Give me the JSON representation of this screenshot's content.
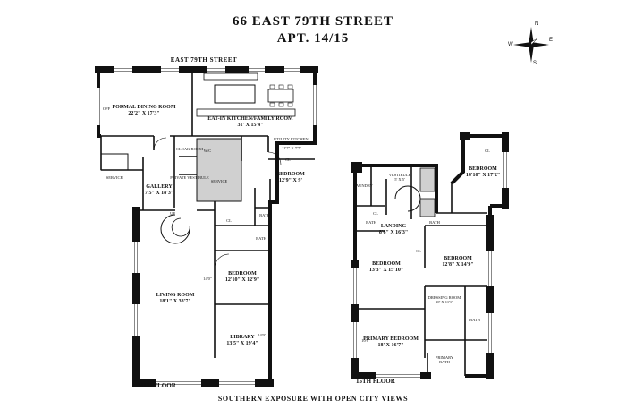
{
  "title": {
    "address": "66 EAST 79TH STREET",
    "unit": "APT. 14/15"
  },
  "compass": {
    "n": "N",
    "s": "S",
    "e": "E",
    "w": "W"
  },
  "street": "EAST 79TH STREET",
  "floors": {
    "lower": "14TH FLOOR",
    "upper": "15TH FLOOR"
  },
  "footer": "SOUTHERN EXPOSURE WITH OPEN CITY VIEWS",
  "floor14": {
    "dining": {
      "name": "FORMAL DINING ROOM",
      "dims": "22'2\" X 17'3\""
    },
    "kitchen": {
      "name": "EAT-IN KITCHEN/FAMILY ROOM",
      "dims": "31' X 15'4\""
    },
    "utility": {
      "name": "UTILITY KITCHEN/ LAUNDRY ROOM",
      "dims": "11'7\" X 7'7\""
    },
    "gallery": {
      "name": "GALLERY",
      "dims": "7'5\" X 18'3\""
    },
    "service_left": "SERVICE",
    "service_mid": "SERVICE",
    "cloak": "CLOAK ROOM",
    "vestibule": "PRIVATE VESTIBULE",
    "wic": "W/C",
    "bedroom": {
      "name": "BEDROOM",
      "dims": "12'9\" X 9'"
    },
    "bath1": "BATH",
    "bath2": "BATH",
    "cl1": "CL",
    "cl2": "CL",
    "up": "UP",
    "living": {
      "name": "LIVING ROOM",
      "dims": "18'1\" X 38'7\""
    },
    "bedroom2": {
      "name": "BEDROOM",
      "dims": "12'10\" X 12'9\""
    },
    "library": {
      "name": "LIBRARY",
      "dims": "13'5\" X 19'4\""
    },
    "off1": "OFF",
    "off2": "14'0\"",
    "off3": "14'0\""
  },
  "floor15": {
    "bedroom_ne": {
      "name": "BEDROOM",
      "dims": "14'10\" X 17'2\""
    },
    "vestibule": {
      "name": "VESTIBULE",
      "dims": "5' X 5'"
    },
    "laundry": "LAUNDRY",
    "landing": {
      "name": "LANDING",
      "dims": "8'6\" X 16'3\""
    },
    "bath1": "BATH",
    "bath2": "BATH",
    "bath3": "BATH",
    "cl1": "CL",
    "cl2": "CL",
    "cl3": "CL",
    "bedroom_w": {
      "name": "BEDROOM",
      "dims": "13'3\" X 15'10\""
    },
    "bedroom_e": {
      "name": "BEDROOM",
      "dims": "12'8\" X 14'9\""
    },
    "dressing": {
      "name": "DRESSING ROOM",
      "dims": "10' X 11'1\""
    },
    "primary": {
      "name": "PRIMARY BEDROOM",
      "dims": "18' X 16'7\""
    },
    "primary_bath": {
      "name": "PRIMARY BATH"
    },
    "ceil": "10'6\""
  }
}
